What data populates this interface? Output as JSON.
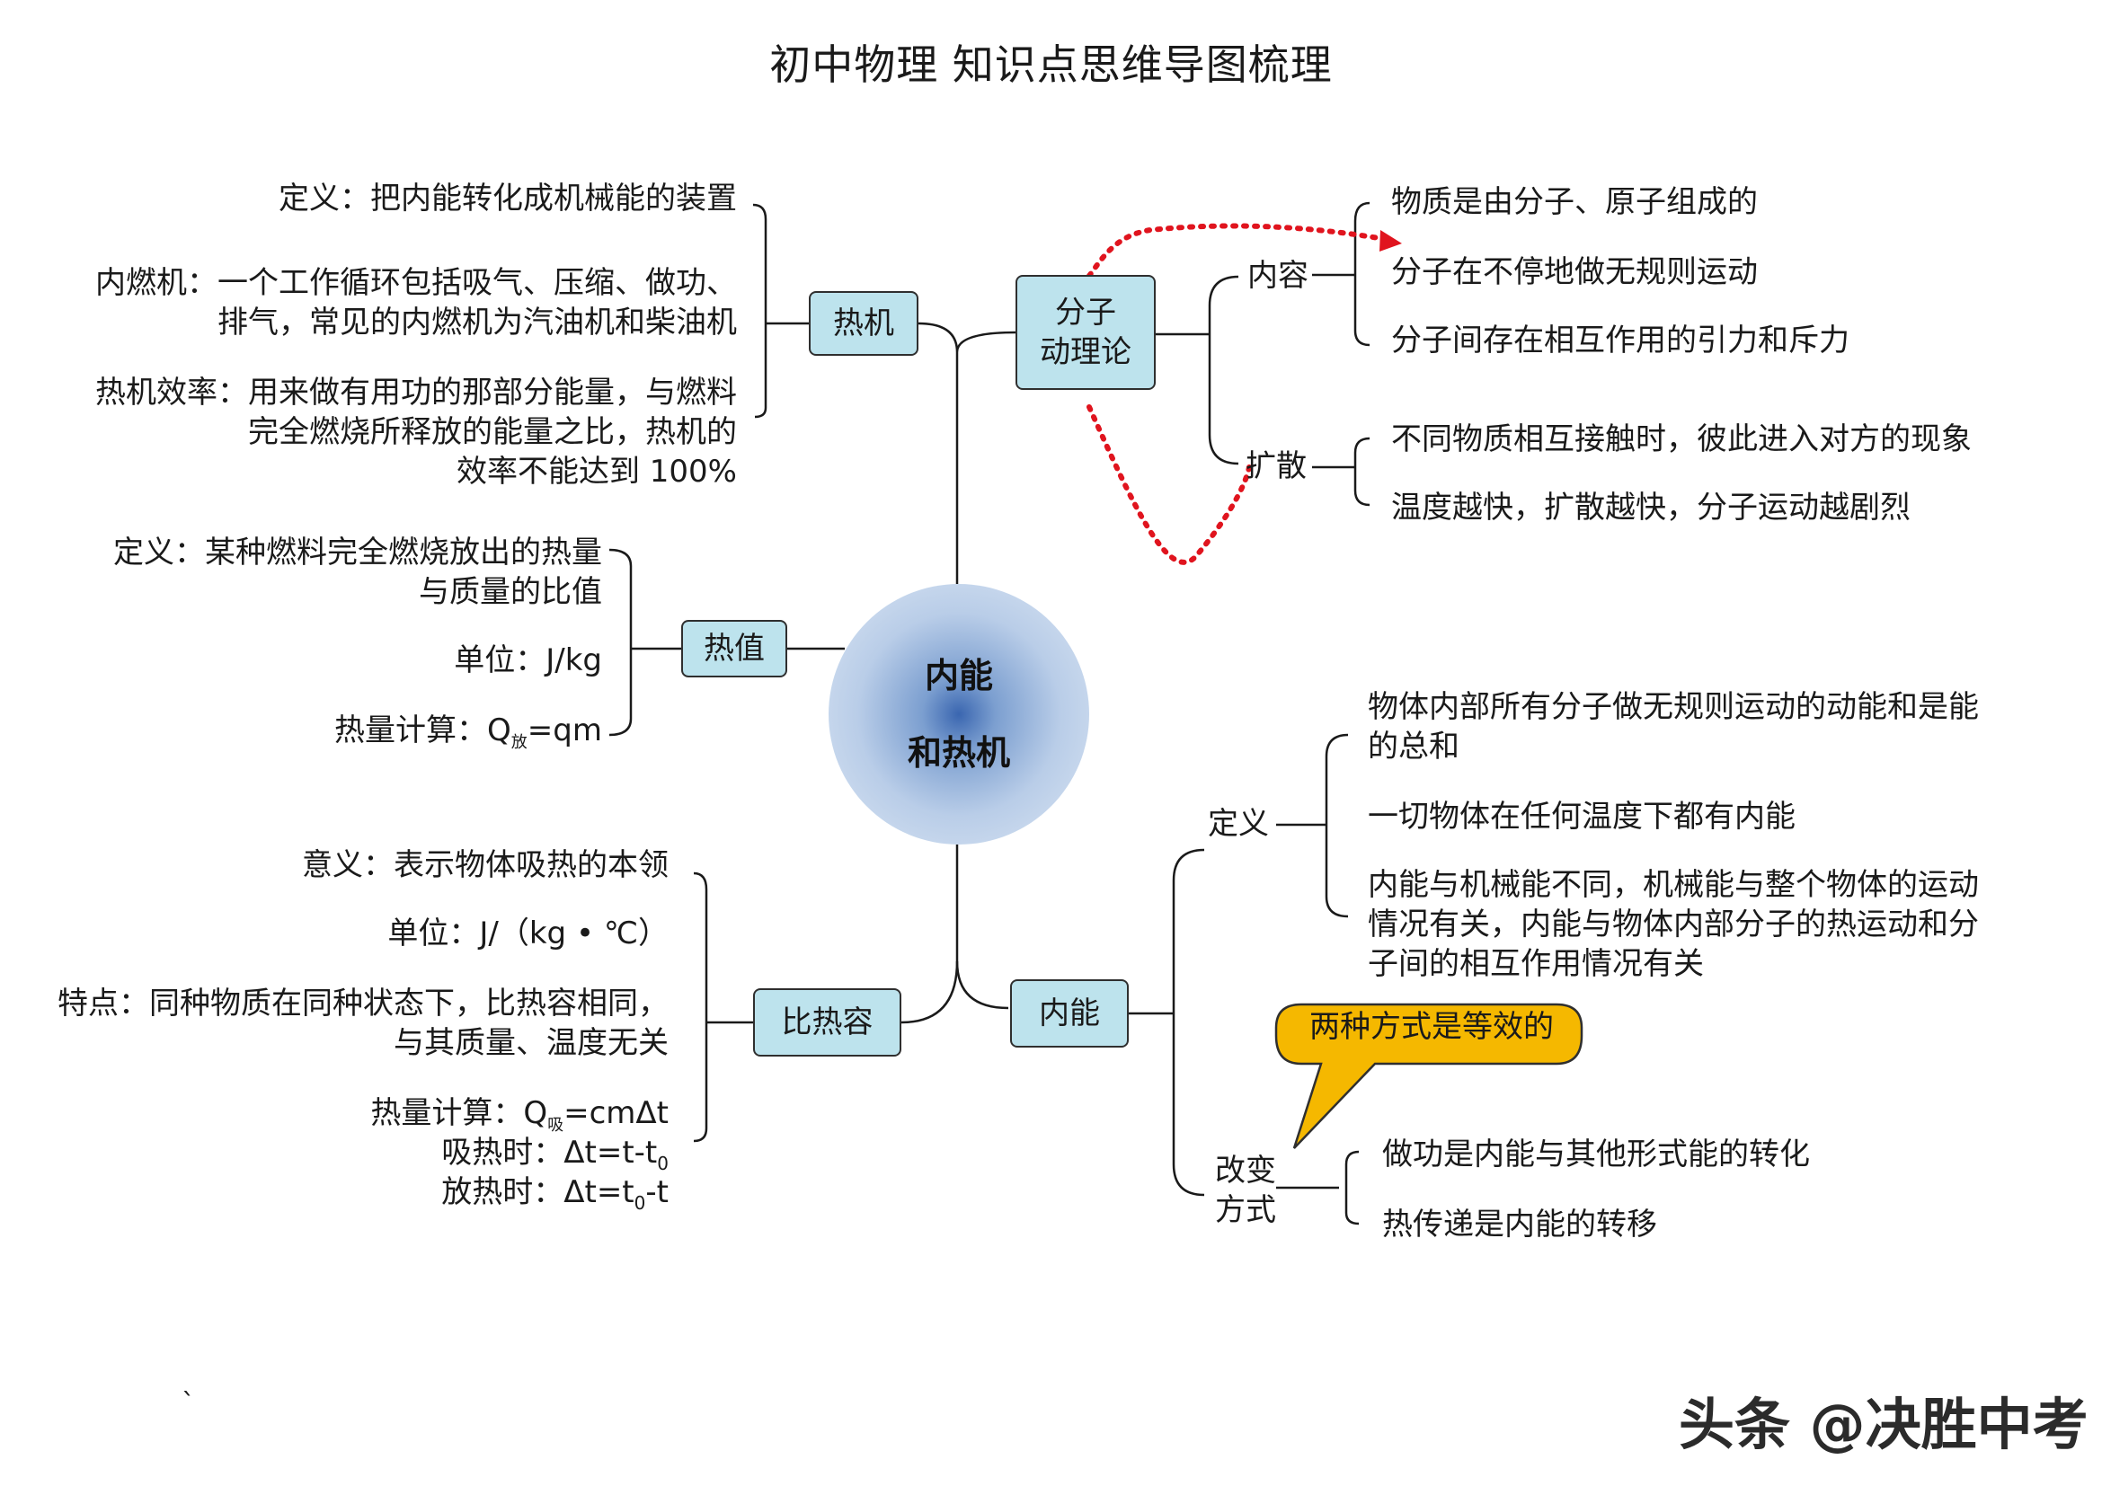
{
  "title": "初中物理 知识点思维导图梳理",
  "center": {
    "line1": "内能",
    "line2": "和热机"
  },
  "branches": {
    "heat_engine": {
      "label": "热机",
      "definition": "定义：把内能转化成机械能的装置",
      "ice_line1": "内燃机：一个工作循环包括吸气、压缩、做功、",
      "ice_line2": "排气，常见的内燃机为汽油机和柴油机",
      "eff_line1": "热机效率：用来做有用功的那部分能量，与燃料",
      "eff_line2": "完全燃烧所释放的能量之比，热机的",
      "eff_line3": "效率不能达到 100%"
    },
    "heat_value": {
      "label": "热值",
      "def_line1": "定义：某种燃料完全燃烧放出的热量",
      "def_line2": "与质量的比值",
      "unit": "单位：J/kg",
      "calc_prefix": "热量计算：Q",
      "calc_sub": "放",
      "calc_suffix": "=qm"
    },
    "specific_heat": {
      "label": "比热容",
      "meaning": "意义：表示物体吸热的本领",
      "unit": "单位：J/（kg • ℃）",
      "feature_line1": "特点：同种物质在同种状态下，比热容相同，",
      "feature_line2": "与其质量、温度无关",
      "calc_prefix": "热量计算：Q",
      "calc_sub": "吸",
      "calc_suffix": "=cmΔt",
      "absorb_prefix": "吸热时：Δt=t-t",
      "absorb_sub": "0",
      "release_prefix": "放热时：Δt=t",
      "release_sub": "0",
      "release_suffix": "-t"
    },
    "molecular_theory": {
      "label_line1": "分子",
      "label_line2": "动理论",
      "content": {
        "label": "内容",
        "items": [
          "物质是由分子、原子组成的",
          "分子在不停地做无规则运动",
          "分子间存在相互作用的引力和斥力"
        ]
      },
      "diffusion": {
        "label": "扩散",
        "items": [
          "不同物质相互接触时，彼此进入对方的现象",
          "温度越快，扩散越快，分子运动越剧烈"
        ]
      }
    },
    "internal_energy": {
      "label": "内能",
      "definition": {
        "label": "定义",
        "item1_line1": "物体内部所有分子做无规则运动的动能和是能",
        "item1_line2": "的总和",
        "item2": "一切物体在任何温度下都有内能",
        "item3_line1": "内能与机械能不同，机械能与整个物体的运动",
        "item3_line2": "情况有关，内能与物体内部分子的热运动和分",
        "item3_line3": "子间的相互作用情况有关"
      },
      "change": {
        "label_line1": "改变",
        "label_line2": "方式",
        "items": [
          "做功是内能与其他形式能的转化",
          "热传递是内能的转移"
        ],
        "callout": "两种方式是等效的"
      }
    }
  },
  "watermark": "头条 @决胜中考",
  "stray_mark": "`",
  "colors": {
    "box_fill": "#bde3ed",
    "dotted_arrow": "#e0141e",
    "callout_fill": "#f5b800"
  }
}
